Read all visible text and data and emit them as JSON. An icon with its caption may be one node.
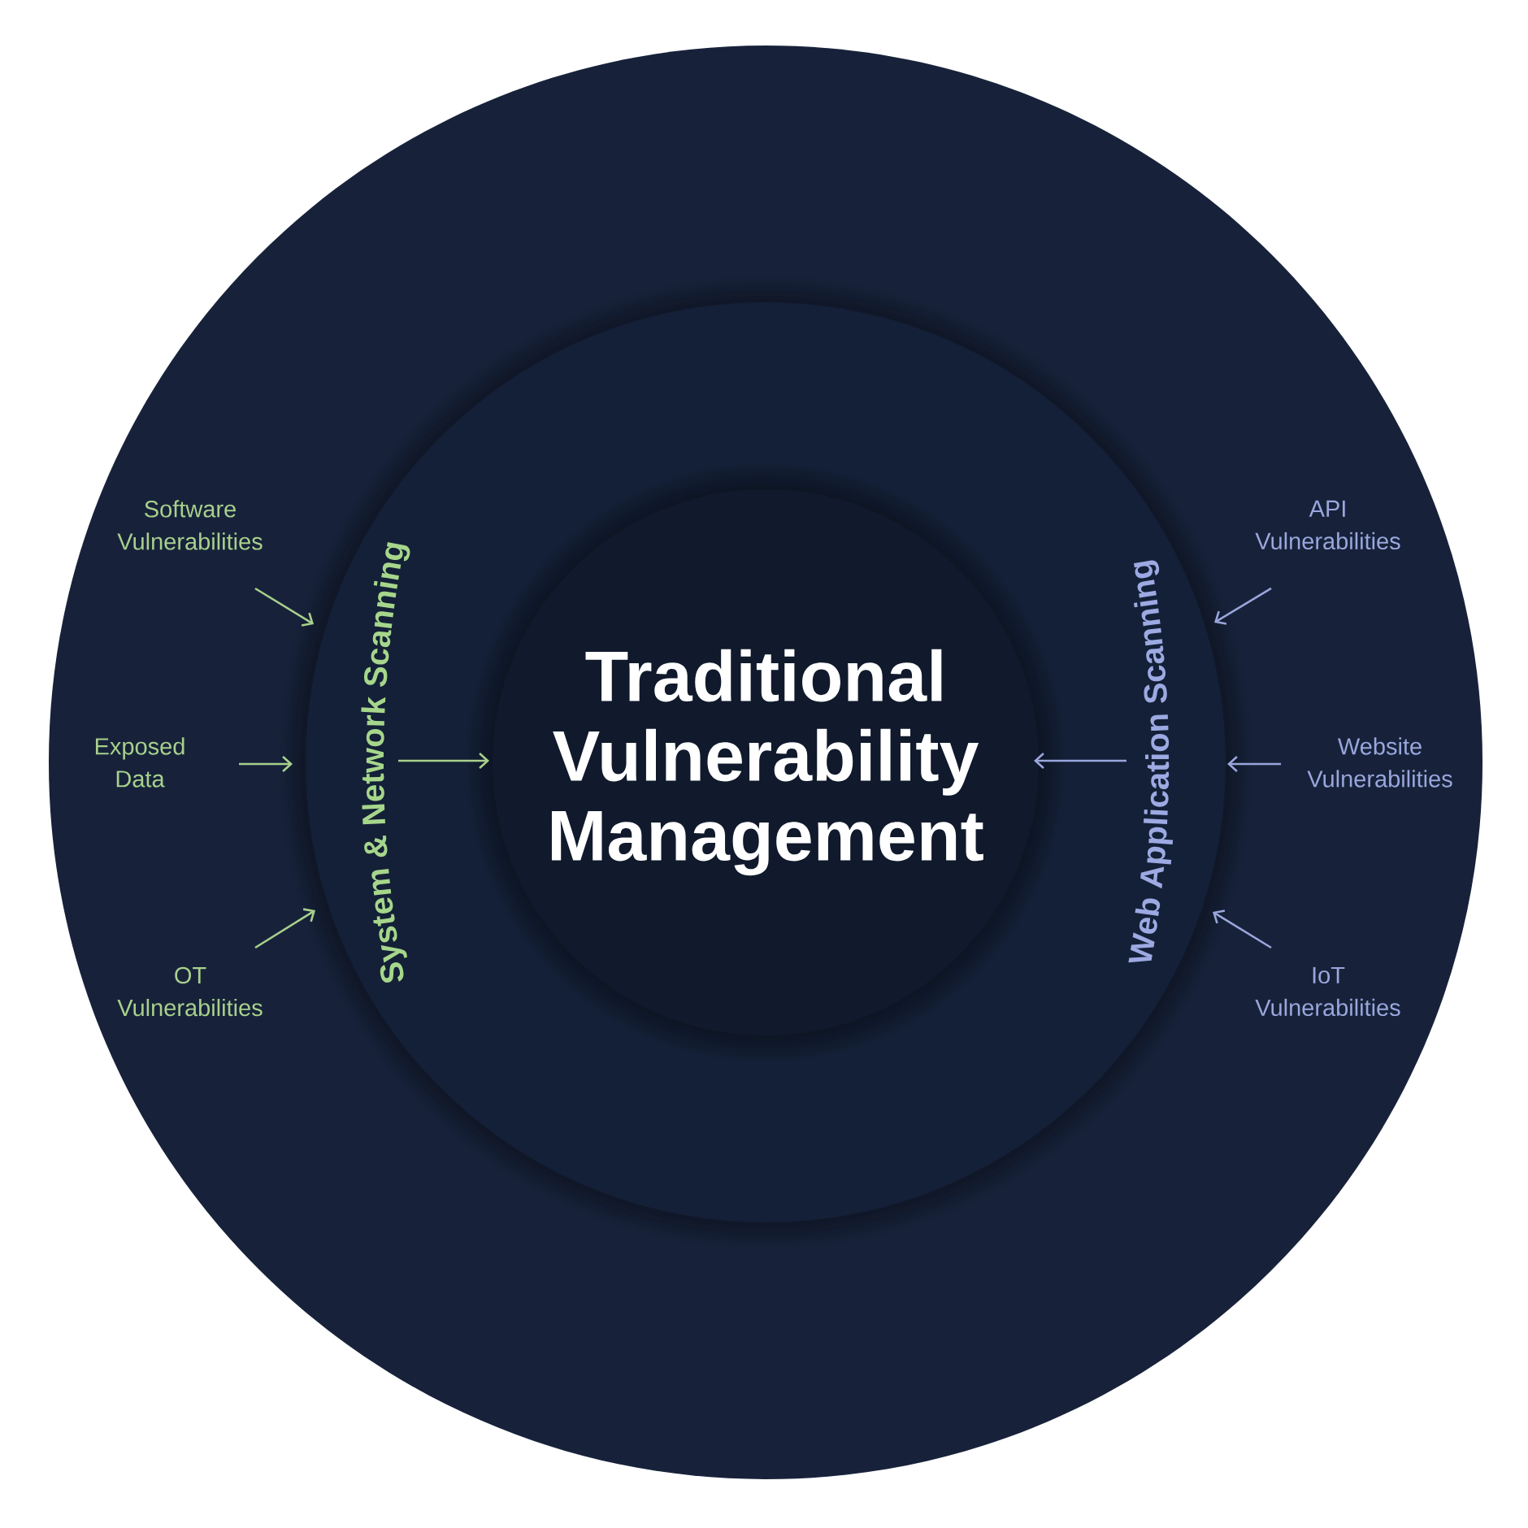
{
  "diagram": {
    "nodes": [
      {
        "text": [],
        "shape": "circle"
      },
      {
        "text": [],
        "shape": "circle",
        "in": 0
      },
      {
        "text": [
          "Traditional Vulnerability Management"
        ],
        "in": 1
      },
      {
        "text": [
          "System & Network Scanning"
        ],
        "in": 1
      },
      {
        "text": [
          "Web Application Scanning"
        ],
        "in": 1
      },
      {
        "text": [
          "Software Vulnerabilities"
        ],
        "in": 0
      },
      {
        "text": [
          "Exposed Data"
        ],
        "in": 0
      },
      {
        "text": [
          "OT Vulnerabilities"
        ],
        "in": 0
      },
      {
        "text": [
          "API Vulnerabilities"
        ],
        "in": 0
      },
      {
        "text": [
          "Website Vulnerabilities"
        ],
        "in": 0
      },
      {
        "text": [
          "IoT Vulnerabilities"
        ],
        "in": 0
      }
    ],
    "edges": [
      {
        "from": 5,
        "to": 3,
        "arrow": "to",
        "color": "#a8d08d"
      },
      {
        "from": 6,
        "to": 3,
        "arrow": "to",
        "color": "#a8d08d"
      },
      {
        "from": 7,
        "to": 3,
        "arrow": "to",
        "color": "#a8d08d"
      },
      {
        "from": 3,
        "to": 2,
        "arrow": "to",
        "color": "#a8d08d"
      },
      {
        "from": 8,
        "to": 4,
        "arrow": "to",
        "color": "#9aa6dc"
      },
      {
        "from": 9,
        "to": 4,
        "arrow": "to",
        "color": "#9aa6dc"
      },
      {
        "from": 10,
        "to": 4,
        "arrow": "to",
        "color": "#9aa6dc"
      },
      {
        "from": 4,
        "to": 2,
        "arrow": "to",
        "color": "#9aa6dc"
      }
    ]
  }
}
